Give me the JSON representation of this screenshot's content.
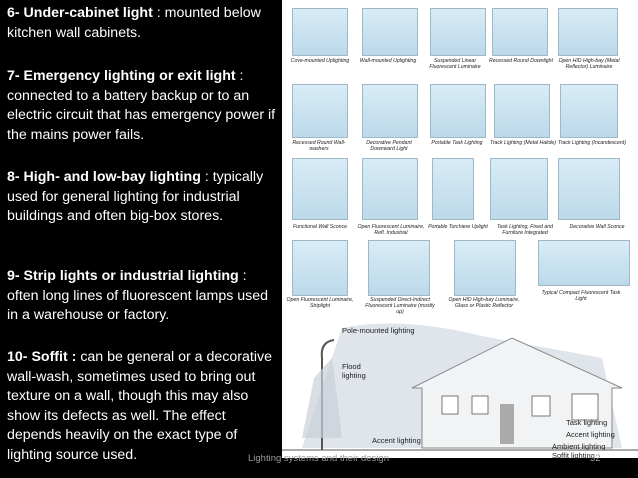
{
  "left_text": [
    {
      "term": "6- Under-cabinet light",
      "desc": " : mounted below kitchen wall cabinets."
    },
    {
      "term": "7- Emergency lighting or exit light",
      "desc": " : connected to a battery backup or to an electric circuit that has emergency power if the mains power fails."
    },
    {
      "term": "8- High- and low-bay lighting",
      "desc": " : typically used for general lighting for industrial buildings and often big-box stores."
    },
    {
      "term": "9- Strip lights or industrial lighting",
      "desc": " : often long lines of fluorescent lamps used in a warehouse or factory."
    },
    {
      "term": "10- Soffit : ",
      "desc": "can be general or a decorative wall-wash, sometimes used to bring out texture on a wall, though this may also show its defects as well. The effect depends heavily on the exact type of lighting source used."
    }
  ],
  "footer": {
    "title": "Lighting systems and their design",
    "page": "32"
  },
  "catalog": {
    "row1": [
      "Cove-mounted Uplighting",
      "Wall-mounted Uplighting",
      "Suspended Linear Fluorescent Luminaire",
      "Recessed Round Downlight",
      "Open HID High-bay (Metal Reflector) Luminaire"
    ],
    "row2": [
      "Recessed Round Wall-washers",
      "Decorative Pendant Downward Light",
      "Portable Task Lighting",
      "Track Lighting (Metal Halide)",
      "Track Lighting (Incandescent)"
    ],
    "row3": [
      "Functional Wall Sconce",
      "Open Fluorescent Luminaire, Refl. Industrial",
      "Portable Torchiere Uplight",
      "Task Lighting, Fixed and Furniture Integrated",
      "Decorative Wall Sconce"
    ],
    "row4": [
      "Open Fluorescent Luminaire, Strіplight",
      "Suspended Direct-Indirect Fluorescent Luminaire (mostly up)",
      "Open HID High-bay Luminaire, Glass or Plastic Reflector",
      "Typical Compact Fluorescent Task Light"
    ]
  },
  "diagram": {
    "pole": "Pole-mounted lighting",
    "flood": "Flood lighting",
    "accent_left": "Accent lighting",
    "task": "Task lighting",
    "accent_right": "Accent lighting",
    "ambient": "Ambient lighting",
    "soffit": "Soffit lighting"
  }
}
